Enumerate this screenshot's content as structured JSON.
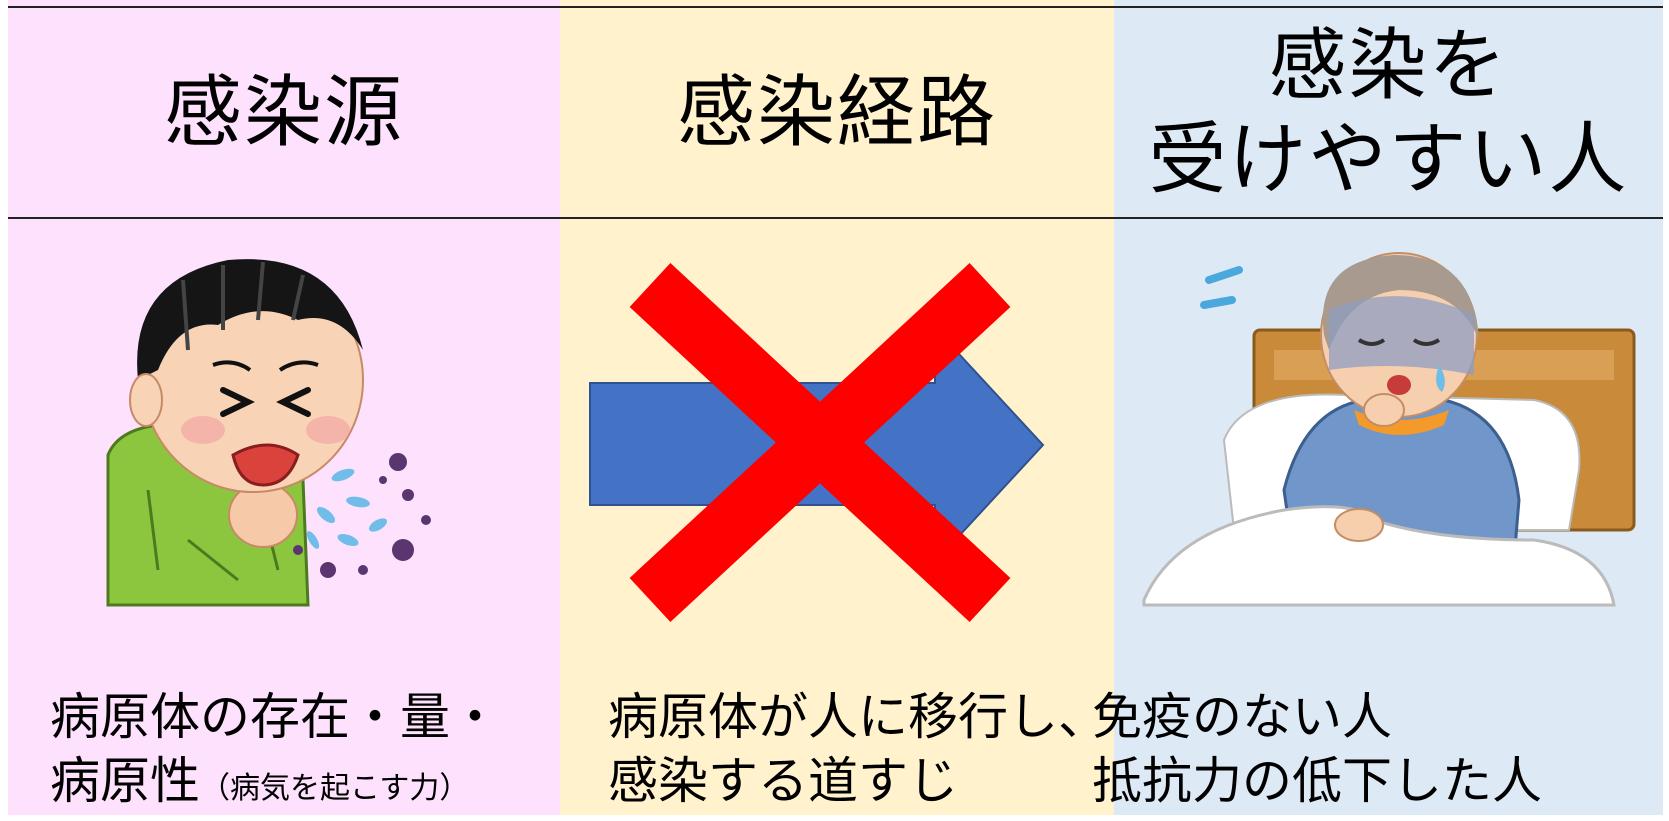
{
  "colors": {
    "source_bg": "#fde1fd",
    "route_bg": "#fff2cc",
    "host_bg": "#dde9f5",
    "arrow": "#4472c4",
    "cross": "#ff0000",
    "rule": "#222222"
  },
  "columns": [
    {
      "title": "感染源",
      "desc_line1": "病原体の存在・量・",
      "desc_line2": "病原性",
      "desc_note": "（病気を起こす力）",
      "illustration": "coughing-boy"
    },
    {
      "title": "感染経路",
      "desc_line1": "病原体が人に移行し、",
      "desc_line2": "感染する道すじ",
      "illustration": "blocked-arrow"
    },
    {
      "title": "感染を\n受けやすい人",
      "desc_line1": "免疫のない人",
      "desc_line2": "抵抗力の低下した人",
      "illustration": "sick-elderly-in-bed"
    }
  ]
}
